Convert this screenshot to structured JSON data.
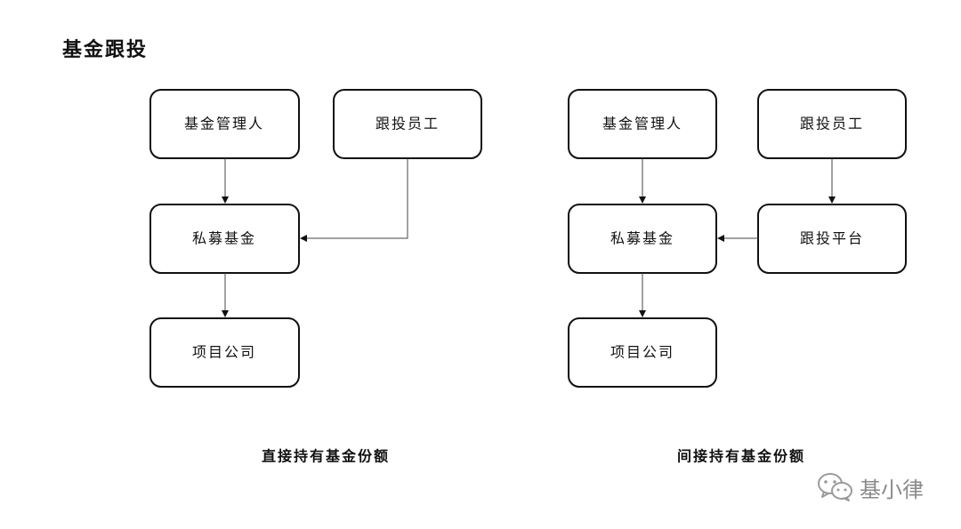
{
  "page": {
    "title": "基金跟投"
  },
  "diagrams": {
    "direct": {
      "caption": "直接持有基金份额",
      "nodes": {
        "manager": "基金管理人",
        "employee": "跟投员工",
        "fund": "私募基金",
        "company": "项目公司"
      }
    },
    "indirect": {
      "caption": "间接持有基金份额",
      "nodes": {
        "manager": "基金管理人",
        "employee": "跟投员工",
        "fund": "私募基金",
        "platform": "跟投平台",
        "company": "项目公司"
      }
    }
  },
  "watermark": {
    "text": "基小律",
    "icon": "wechat-icon",
    "color": "#8a8a8a"
  },
  "colors": {
    "stroke": "#111111",
    "edge": "#444444",
    "background": "#ffffff"
  }
}
